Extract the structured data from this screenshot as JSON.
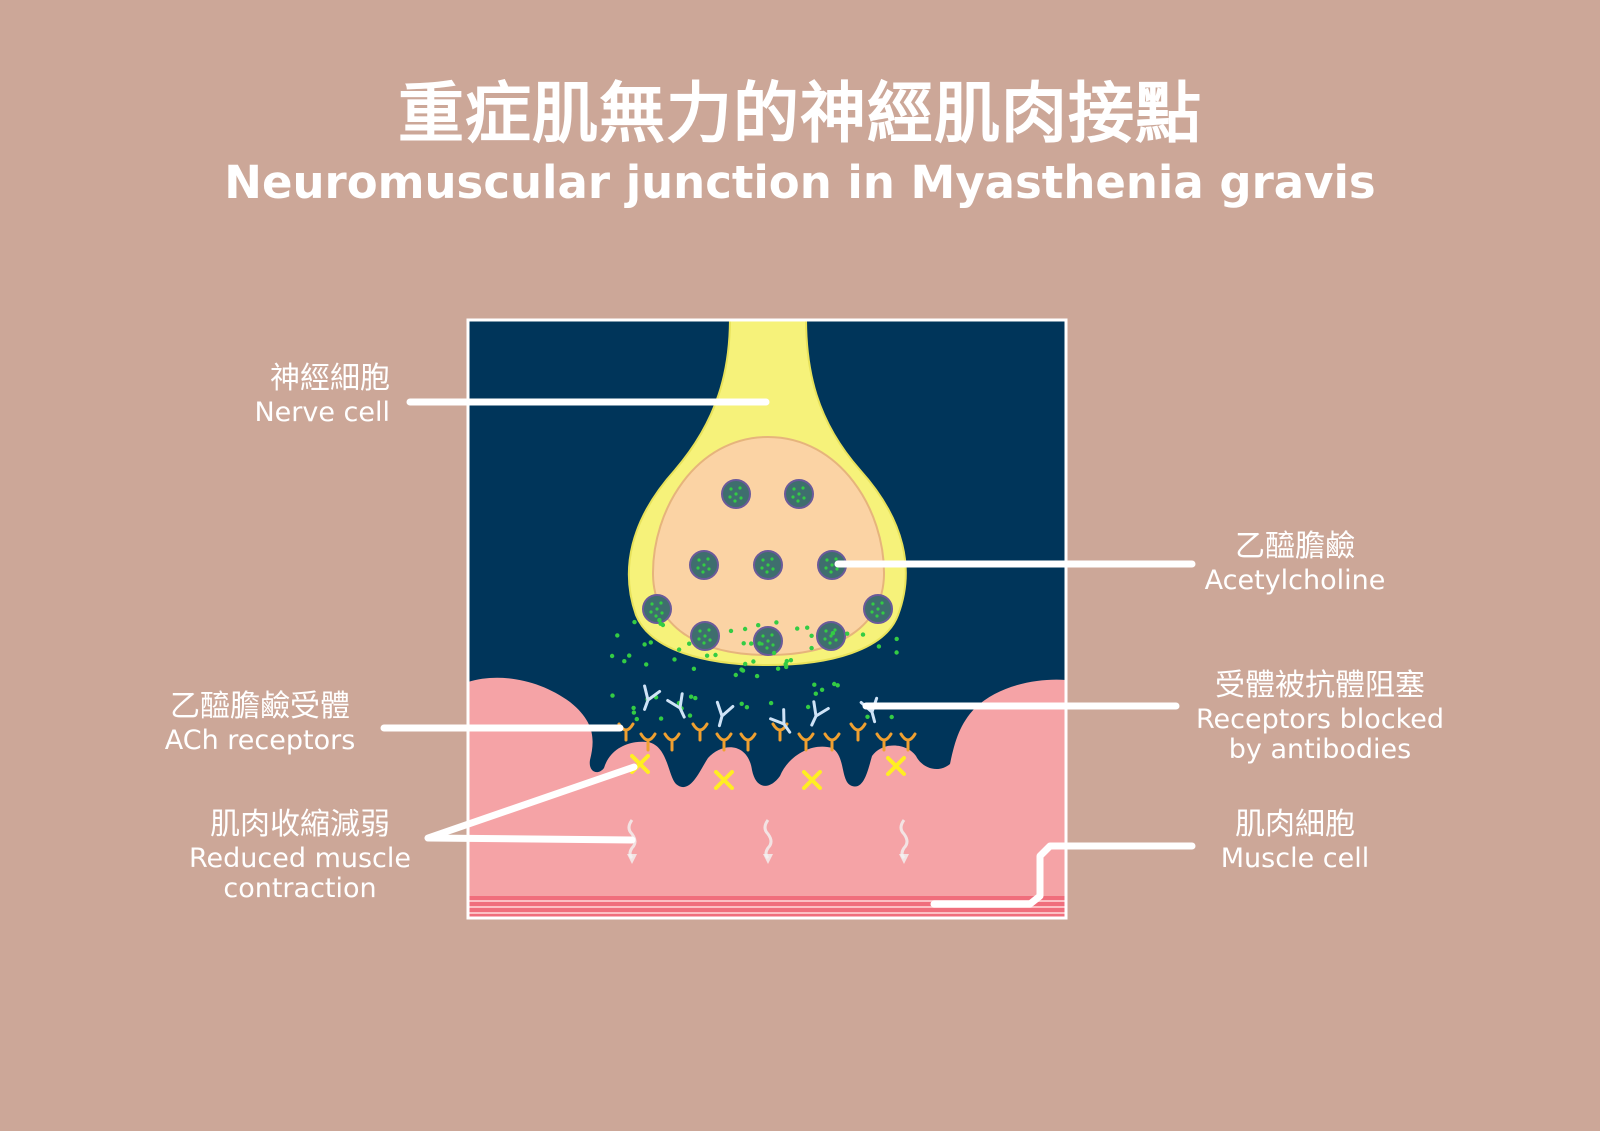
{
  "title": {
    "zh": "重症肌無力的神經肌肉接點",
    "en": "Neuromuscular junction in Myasthenia gravis"
  },
  "labels": {
    "nerve_cell": {
      "zh": "神經細胞",
      "en": "Nerve cell"
    },
    "acetylcholine": {
      "zh": "乙醯膽鹼",
      "en": "Acetylcholine"
    },
    "ach_receptors": {
      "zh": "乙醯膽鹼受體",
      "en": "ACh receptors"
    },
    "receptors_blocked": {
      "zh": "受體被抗體阻塞",
      "en_line1": "Receptors blocked",
      "en_line2": "by antibodies"
    },
    "reduced_contraction": {
      "zh": "肌肉收縮減弱",
      "en_line1": "Reduced muscle",
      "en_line2": "contraction"
    },
    "muscle_cell": {
      "zh": "肌肉細胞",
      "en": "Muscle cell"
    }
  },
  "colors": {
    "background": "#cca798",
    "synaptic_cleft": "#00355a",
    "nerve_terminal": "#f6f27a",
    "terminal_cytoplasm": "#fbd3a4",
    "vesicle": "#3f6e6e",
    "acetylcholine_dot": "#33cc44",
    "muscle": "#f5a3a6",
    "receptor": "#f0a030",
    "antibody": "#cfe3f7",
    "blocked_mark": "#ffee22",
    "leader_line": "#ffffff"
  }
}
